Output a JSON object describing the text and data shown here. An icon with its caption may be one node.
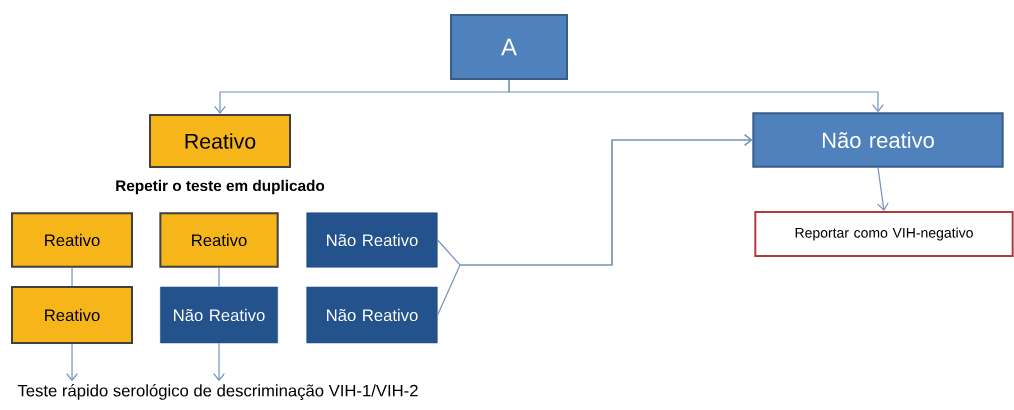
{
  "diagram": {
    "nodes": [
      {
        "text": [
          "A"
        ]
      },
      {
        "text": [
          "Reativo"
        ]
      },
      {
        "text": [
          "Não reativo"
        ]
      },
      {
        "text": [
          "Reportar como VIH-negativo"
        ]
      },
      {
        "text": [
          "Reativo"
        ]
      },
      {
        "text": [
          "Reativo"
        ]
      },
      {
        "text": [
          "Reativo"
        ]
      },
      {
        "text": [
          "Não Reativo"
        ]
      },
      {
        "text": [
          "Não Reativo"
        ]
      },
      {
        "text": [
          "Não Reativo"
        ]
      },
      {
        "text": [
          "Teste rápido serológico de descriminação VIH-1/VIH-2"
        ]
      }
    ],
    "edges": [
      {
        "from": 0,
        "to": 1,
        "arrow": "to"
      },
      {
        "from": 0,
        "to": 2,
        "arrow": "to"
      },
      {
        "from": 2,
        "to": 3,
        "arrow": "to"
      },
      {
        "from": 4,
        "to": 5,
        "arrow": "none"
      },
      {
        "from": 6,
        "to": 7,
        "arrow": "none"
      },
      {
        "from": 8,
        "to": 2,
        "arrow": "to"
      },
      {
        "from": 9,
        "to": 2,
        "arrow": "to"
      },
      {
        "from": 5,
        "to": 10,
        "arrow": "to"
      },
      {
        "from": 7,
        "to": 10,
        "arrow": "to"
      }
    ],
    "labels": [
      "Repetir o teste em duplicado"
    ]
  }
}
